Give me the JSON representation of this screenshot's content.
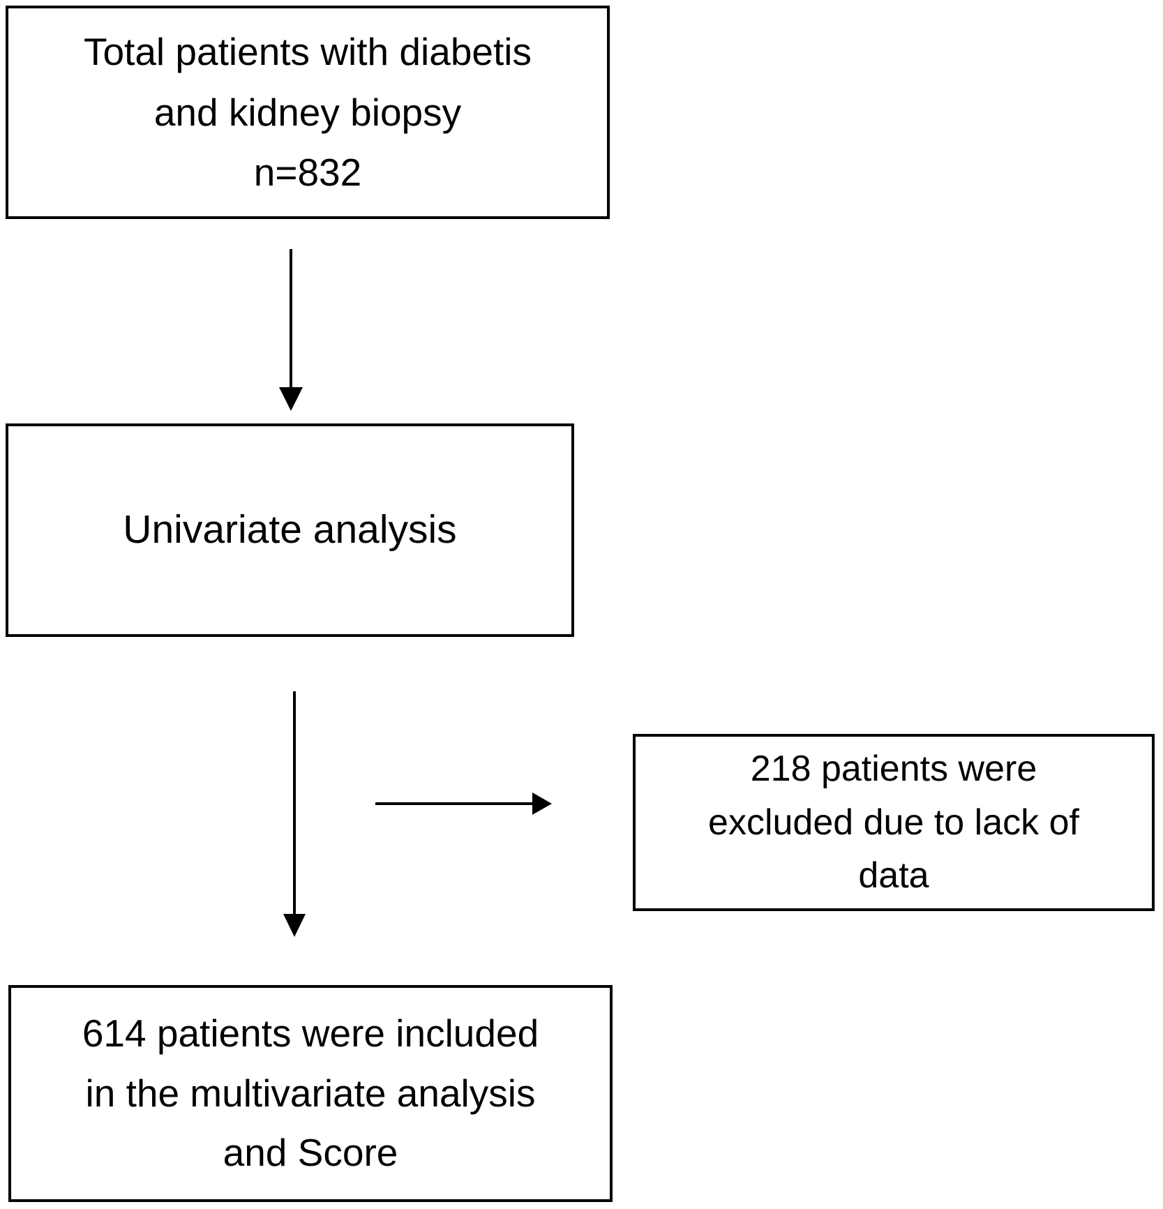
{
  "diagram": {
    "type": "flowchart",
    "boxes": {
      "total": {
        "lines": [
          "Total patients with diabetis",
          "and kidney biopsy",
          "n=832"
        ]
      },
      "univariate": {
        "lines": [
          "Univariate analysis"
        ]
      },
      "excluded": {
        "lines": [
          "218 patients were",
          "excluded due to lack of",
          "data"
        ]
      },
      "included": {
        "lines": [
          "614 patients were included",
          "in the multivariate analysis",
          "and Score"
        ]
      }
    },
    "arrows": {
      "total_to_univariate": "down-arrow",
      "univariate_to_included": "down-arrow",
      "branch_to_excluded": "right-arrow"
    },
    "colors": {
      "text": "#000000",
      "line": "#000000",
      "background": "#ffffff"
    }
  }
}
